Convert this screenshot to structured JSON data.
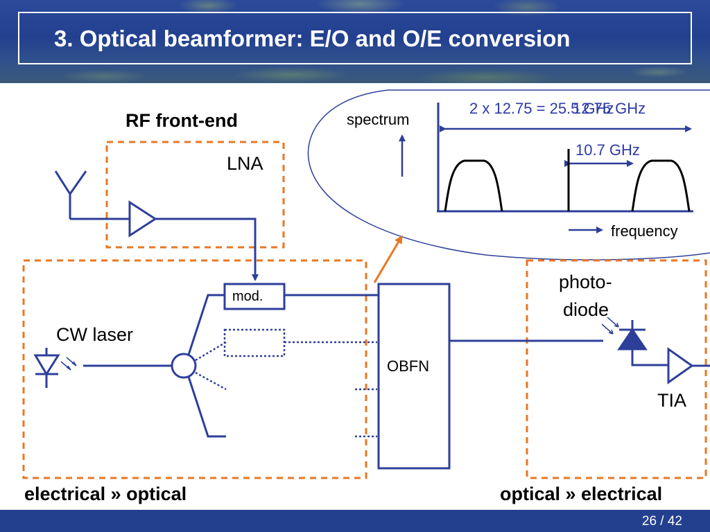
{
  "slide": {
    "title": "3. Optical beamformer: E/O and O/E conversion",
    "page_number": "26 / 42"
  },
  "labels": {
    "rf_front_end": "RF front-end",
    "lna": "LNA",
    "mod": "mod.",
    "cw_laser": "CW laser",
    "obfn": "OBFN",
    "photodiode_line1": "photo-",
    "photodiode_line2": "diode",
    "tia": "TIA",
    "electrical_optical": "electrical » optical",
    "optical_electrical": "optical » electrical"
  },
  "spectrum_inset": {
    "spectrum_label": "spectrum",
    "frequency_label": "frequency",
    "bandwidth_label": "2 x 12.75 = 25.5 GHz",
    "overlap_label": "12.75 GHz",
    "offset_label": "10.7 GHz"
  },
  "colors": {
    "line_blue": "#2d3f99",
    "dashed_orange": "#e87722",
    "header_blue": "#23408f",
    "annotation_blue": "#2d3aa8"
  }
}
